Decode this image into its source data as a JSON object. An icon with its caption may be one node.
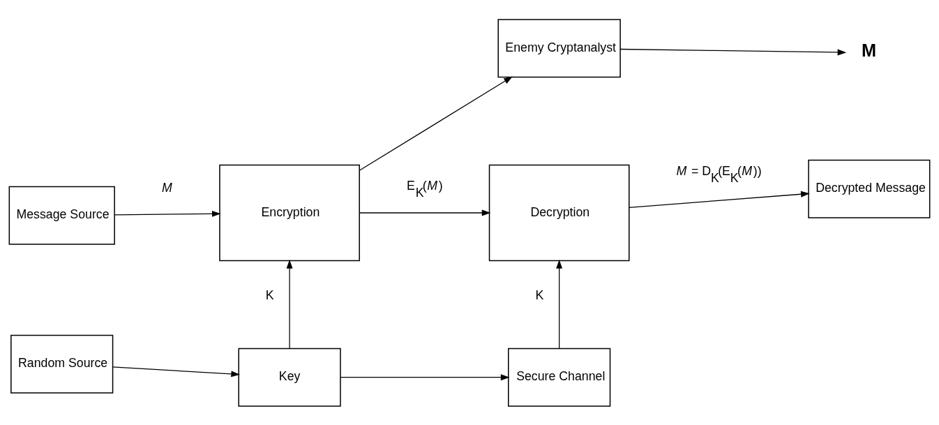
{
  "diagram": {
    "nodes": [
      {
        "text": [
          "Enemy Cryptanalyst"
        ]
      },
      {
        "text": [
          "Message Source"
        ]
      },
      {
        "text": [
          "Encryption"
        ]
      },
      {
        "text": [
          "Decryption"
        ]
      },
      {
        "text": [
          "Decrypted Message"
        ]
      },
      {
        "text": [
          "Random Source"
        ]
      },
      {
        "text": [
          "Key"
        ]
      },
      {
        "text": [
          "Secure Channel"
        ]
      },
      {
        "text": [
          "M"
        ]
      }
    ],
    "edges": [
      {
        "from": 0,
        "to": 8,
        "arrow": "to"
      },
      {
        "from": 1,
        "to": 2,
        "arrow": "to",
        "label": "*M*"
      },
      {
        "from": 2,
        "to": 3,
        "arrow": "to",
        "label": "E$_{K}$(*M*)"
      },
      {
        "from": 2,
        "to": 0,
        "arrow": "to"
      },
      {
        "from": 3,
        "to": 4,
        "arrow": "to",
        "label": "*M* = D$_{K}$(E$_{K}$(*M*))"
      },
      {
        "from": 5,
        "to": 6,
        "arrow": "to"
      },
      {
        "from": 6,
        "to": 2,
        "arrow": "to",
        "label": "K"
      },
      {
        "from": 6,
        "to": 7,
        "arrow": "to"
      },
      {
        "from": 7,
        "to": 3,
        "arrow": "to",
        "label": "K"
      }
    ]
  }
}
